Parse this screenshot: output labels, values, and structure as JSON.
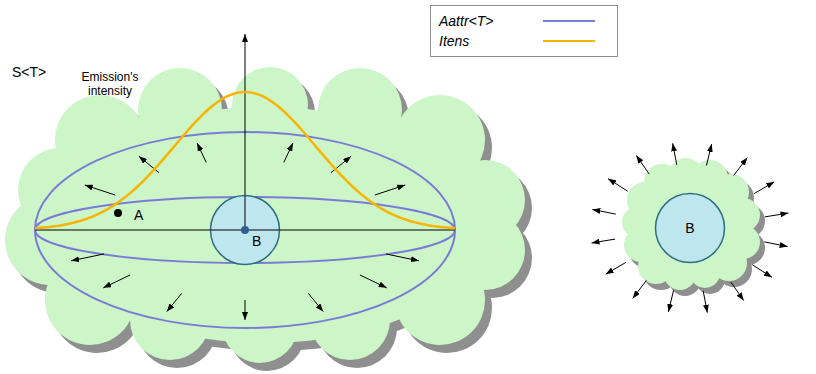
{
  "diagram": {
    "nodes": [
      {
        "text": [
          "B"
        ]
      },
      {
        "text": [
          "B"
        ]
      }
    ],
    "labels": [
      "S<T>",
      "Emission's intensity",
      "A"
    ],
    "legend": [
      {
        "text": "Aattr<T>"
      },
      {
        "text": "Itens"
      }
    ]
  }
}
